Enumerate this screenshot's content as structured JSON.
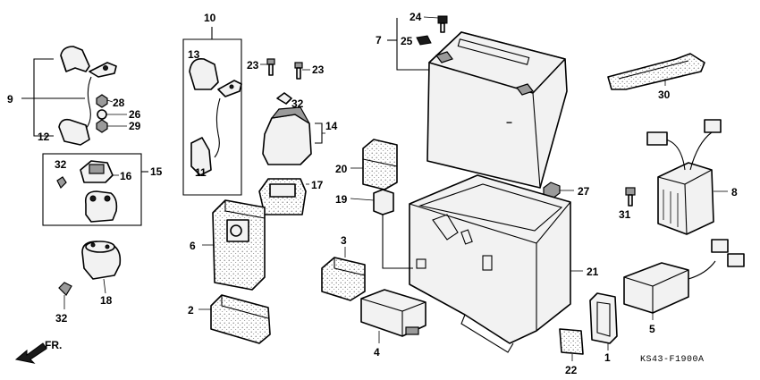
{
  "diagram": {
    "labels": {
      "l1": "1",
      "l2": "2",
      "l3": "3",
      "l4": "4",
      "l5": "5",
      "l6": "6",
      "l7": "7",
      "l8": "8",
      "l9": "9",
      "l10": "10",
      "l11": "11",
      "l12": "12",
      "l13": "13",
      "l14": "14",
      "l15": "15",
      "l16": "16",
      "l17": "17",
      "l18": "18",
      "l19": "19",
      "l20": "20",
      "l21": "21",
      "l22": "22",
      "l23a": "23",
      "l23b": "23",
      "l24": "24",
      "l25": "25",
      "l26": "26",
      "l27": "27",
      "l28": "28",
      "l29": "29",
      "l30": "30",
      "l31": "31",
      "l32a": "32",
      "l32b": "32",
      "l32c": "32"
    },
    "direction": "FR.",
    "code": "KS43-F1900A"
  }
}
